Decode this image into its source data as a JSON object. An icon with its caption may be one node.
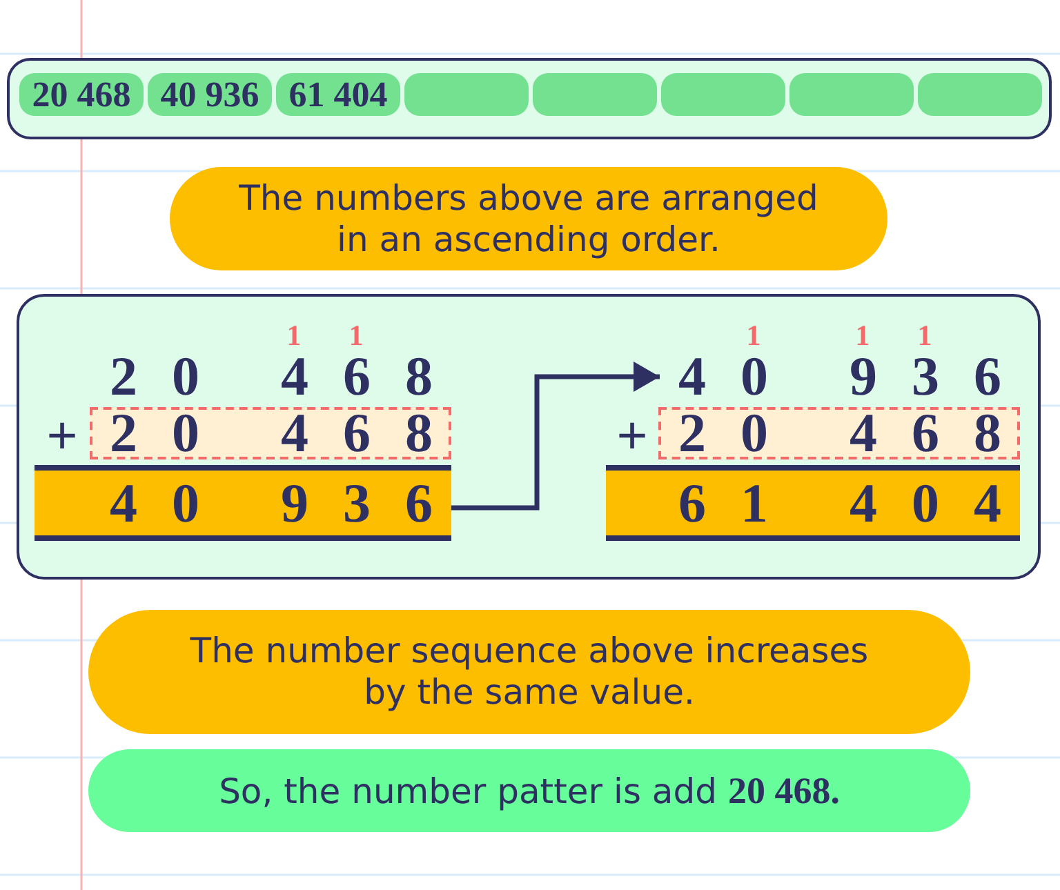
{
  "diagram": {
    "nodes": [
      {
        "text": [],
        "shape": "box"
      },
      {
        "text": [
          "20 468"
        ],
        "in": 0
      },
      {
        "text": [
          "40 936"
        ],
        "in": 0
      },
      {
        "text": [
          "61 404"
        ],
        "in": 0
      },
      {
        "text": [],
        "shape": "box",
        "in": 0
      },
      {
        "text": [],
        "shape": "box",
        "in": 0
      },
      {
        "text": [],
        "shape": "box",
        "in": 0
      },
      {
        "text": [],
        "shape": "box",
        "in": 0
      },
      {
        "text": [],
        "shape": "box",
        "in": 0
      },
      {
        "text": [
          "The numbers above are arranged in an ascending order."
        ]
      },
      {
        "text": [],
        "shape": "box"
      },
      {
        "text": [
          "2 0 4 6 8"
        ],
        "in": 10
      },
      {
        "text": [
          "4 0 9 3 6"
        ],
        "in": 10
      },
      {
        "text": [
          "4 0 9 3 6"
        ],
        "in": 10
      },
      {
        "text": [
          "2 0 4 6 8"
        ],
        "in": 10
      },
      {
        "text": [
          "6 1 4 0 4"
        ],
        "in": 10
      },
      {
        "text": [
          "The number sequence above increases by the same value."
        ]
      },
      {
        "text": [
          "So, the number patter is add **20 468.**"
        ]
      }
    ],
    "edges": [
      {
        "from": 12,
        "to": 13,
        "arrow": "to"
      }
    ],
    "labels": [
      "1",
      "1",
      "2 0 4 6 8",
      "+",
      "1",
      "1",
      "1",
      "+"
    ]
  }
}
